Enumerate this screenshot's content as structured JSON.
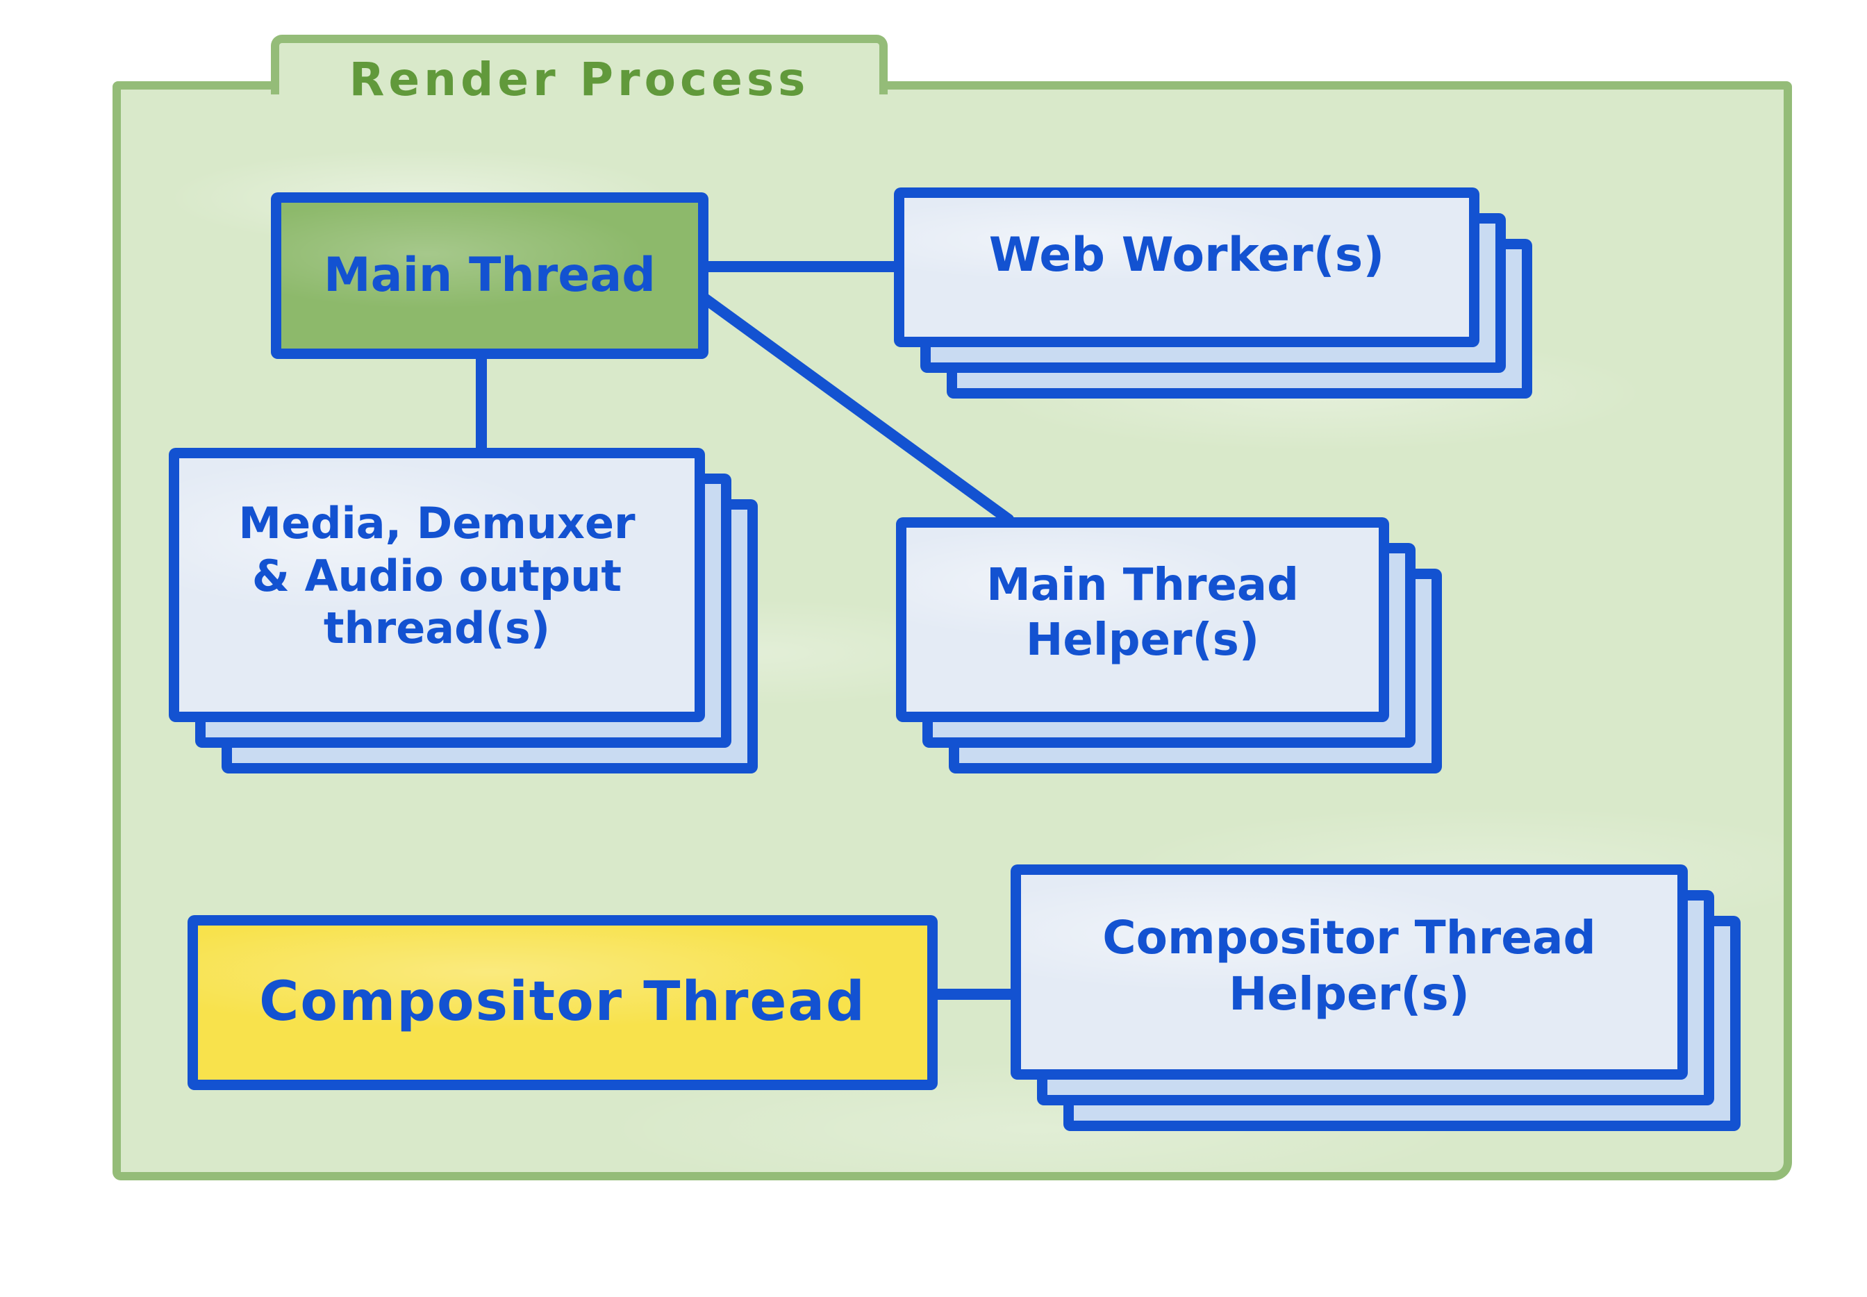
{
  "title": "Render Process",
  "nodes": {
    "main_thread": {
      "label": "Main Thread"
    },
    "web_workers": {
      "label": "Web Worker(s)"
    },
    "media_threads": {
      "lines": [
        "Media, Demuxer",
        "& Audio output",
        "thread(s)"
      ]
    },
    "main_thread_helpers": {
      "lines": [
        "Main Thread",
        "Helper(s)"
      ]
    },
    "compositor_thread": {
      "label": "Compositor Thread"
    },
    "compositor_thread_helpers": {
      "lines": [
        "Compositor Thread",
        "Helper(s)"
      ]
    }
  },
  "edges": [
    {
      "from": "main_thread",
      "to": "web_workers"
    },
    {
      "from": "main_thread",
      "to": "media_threads"
    },
    {
      "from": "main_thread",
      "to": "main_thread_helpers"
    },
    {
      "from": "compositor_thread",
      "to": "compositor_thread_helpers"
    }
  ],
  "colors": {
    "blue": "#1352d1",
    "folder_fill": "#d9e9ca",
    "folder_border": "#94bc78",
    "title_green": "#61993b",
    "node_green": "#8db96b",
    "node_yellow": "#f8e24c",
    "card_front": "#e4ebf5",
    "card_back": "#c9dbf2"
  }
}
